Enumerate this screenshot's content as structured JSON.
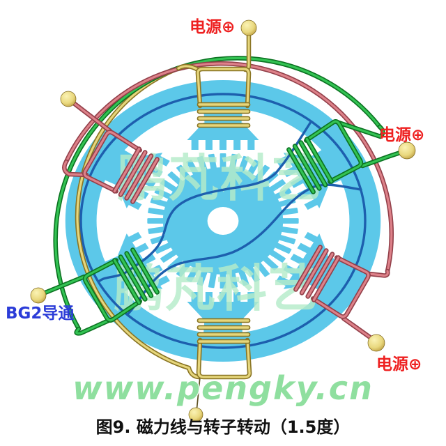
{
  "figure": {
    "caption": "图9. 磁力线与转子转动（1.5度）",
    "labels": {
      "power_top": "电源⊕",
      "power_right": "电源⊕",
      "power_bottom_right": "电源⊕",
      "bg2_on": "BG2导通"
    },
    "watermarks": {
      "brand_cn_row1": "鹏芃科艺",
      "brand_cn_row2": "鹏芃科艺",
      "brand_url": "www.pengky.cn"
    },
    "colors": {
      "background": "#ffffff",
      "stator_cyan": "#5cc8e9",
      "flux_blue": "#1d5fae",
      "label_red": "#ee2020",
      "label_blue": "#2b3cd8",
      "caption_black": "#111111",
      "watermark_green": "#b5ecca",
      "url_green": "#8fdf9f",
      "ball_gold_light": "#fbf3b5",
      "ball_gold": "#e9d87e",
      "ball_gold_dark": "#b08c2e",
      "thin_lead": "#5d501f",
      "wires": {
        "yellow": {
          "dark": "#8a7524",
          "light": "#e6d67c"
        },
        "green": {
          "dark": "#0c7322",
          "light": "#33c353"
        },
        "red": {
          "dark": "#93404a",
          "light": "#dd8189"
        }
      }
    }
  }
}
